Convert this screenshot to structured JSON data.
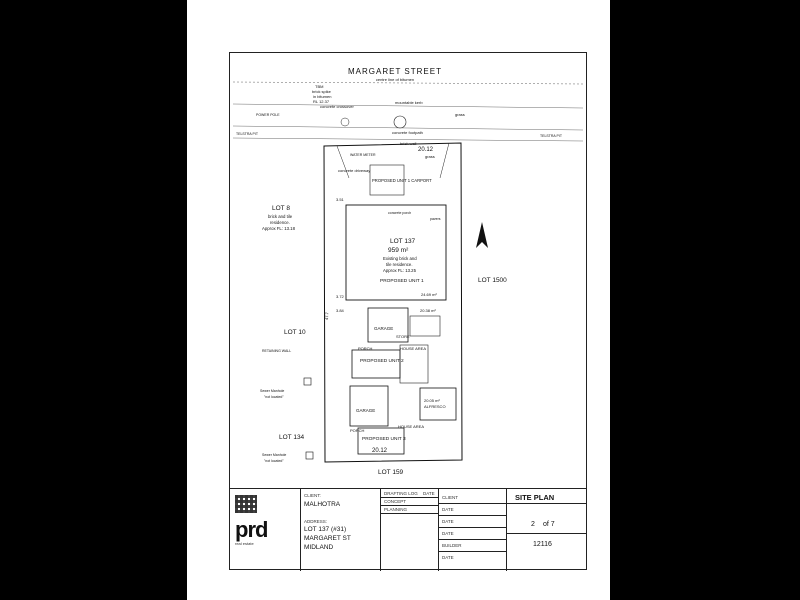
{
  "plan": {
    "street": "MARGARET STREET",
    "street_note": "centre line of bitumen",
    "tbm": "TBM",
    "tbm_note1": "brick spike",
    "tbm_note2": "in bitumen",
    "tbm_rl": "RL 12.37",
    "mountable_kerb": "mountable kerb",
    "concrete_crossover": "concrete crossover",
    "power_pole": "POWER POLE",
    "telstra_pit_left": "TELSTRA PIT",
    "telstra_pit_right": "TELSTRA PIT",
    "concrete_footpath": "concrete footpath",
    "grass_top": "grass",
    "grass_mid": "grass",
    "brick_wall": "brick wall",
    "water_meter": "WATER METER",
    "frontage": "20.12",
    "rear": "20.12",
    "concrete_driveway": "concrete driveway",
    "unit1_carport": "PROPOSED UNIT 1 CARPORT",
    "lot8_title": "LOT 8",
    "lot8_d1": "brick and tile",
    "lot8_d2": "residence.",
    "lot8_d3": "Approx FL: 13.18",
    "lot137_title": "LOT 137",
    "lot137_area": "959 m²",
    "lot137_d1": "Existing brick and",
    "lot137_d2": "tile residence.",
    "lot137_d3": "Approx FL: 13.25",
    "unit1": "PROPOSED UNIT 1",
    "concrete_porch": "concrete porch",
    "pavers": "pavers",
    "lot1500": "LOT 1500",
    "lot10": "LOT 10",
    "garage": "GARAGE",
    "store": "STORE",
    "house_area": "HOUSE AREA",
    "porch": "PORCH",
    "unit2": "PROPOSED UNIT 2",
    "retaining_wall": "RETAINING WALL",
    "sewer_left_1": "Sewer Manhole",
    "sewer_left_2": "\"not located\"",
    "lot134": "LOT 134",
    "alfresco": "ALFRESCO",
    "alfresco_area": "20.05 m²",
    "garage3": "GARAGE",
    "porch3": "PORCH",
    "unit3": "PROPOSED UNIT 3",
    "house_area3": "HOUSE AREA",
    "sewer_left_b1": "Sewer Manhole",
    "sewer_left_b2": "\"not located\"",
    "lot159": "LOT 159",
    "dim_351": "3.51",
    "dim_372": "3.72",
    "dim_384": "3.84",
    "dim_477": "47.7",
    "area_2469": "24.69 m²",
    "area_2038": "20.38 m²"
  },
  "title_block": {
    "client_label": "CLIENT:",
    "client": "MALHOTRA",
    "address_label": "ADDRESS:",
    "address1": "LOT 137 (#31)",
    "address2": "MARGARET ST",
    "address3": "MIDLAND",
    "drafting_log": "DRAFTING LOG",
    "date_label": "DATE",
    "concept": "CONCEPT",
    "planning": "PLANNING",
    "client_col": "CLIENT",
    "date_rows": [
      "DATE",
      "DATE",
      "DATE",
      "DATE"
    ],
    "builder": "BUILDER",
    "sheet_title": "SITE PLAN",
    "sheet_no": "2",
    "sheet_of": "of 7",
    "job_no": "12116",
    "logo": "prd",
    "logo_sub": "real estate"
  },
  "colors": {
    "ink": "#111111",
    "paper": "#ffffff",
    "border": "#000000"
  }
}
